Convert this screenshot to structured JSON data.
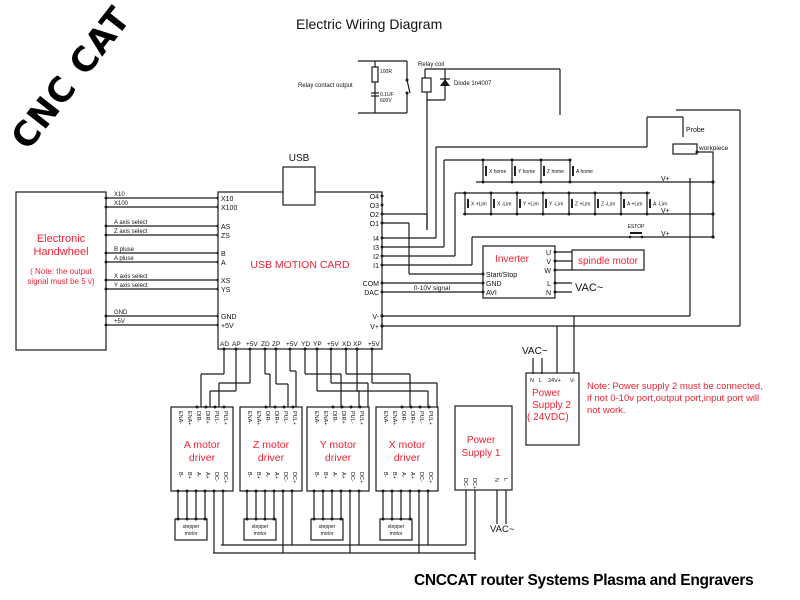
{
  "title": "Electric Wiring Diagram",
  "logo": "CNC CAT",
  "footer": "CNCCAT router Systems Plasma and Engravers",
  "colors": {
    "wire": "#1a1a1a",
    "accent_red": "#ee2233",
    "text": "#111111"
  },
  "relay": {
    "contact_label": "Relay contact output",
    "coil_label": "Relay coil",
    "diode_label": "Diode 1n4007",
    "resistor_label": "100R",
    "capacitor_label_1": "0.1UF",
    "capacitor_label_2": "600V"
  },
  "probe": {
    "probe_label": "Probe",
    "workpiece_label": "workpiece"
  },
  "handwheel": {
    "title_1": "Electronic",
    "title_2": "Handwheel",
    "note_1": "( Note: the output",
    "note_2": "signal must be 5 v)",
    "wires": [
      "X10",
      "X100",
      "A axis select",
      "Z axis select",
      "B pluse",
      "A pluse",
      "X axis select",
      "Y axis select",
      "GND",
      "+5V"
    ]
  },
  "usb_card": {
    "usb_label": "USB",
    "title": "USB MOTION CARD",
    "left_pins": [
      "X10",
      "X100",
      "AS",
      "ZS",
      "B",
      "A",
      "XS",
      "YS",
      "GND",
      "+5V"
    ],
    "right_outputs": [
      "O4",
      "O3",
      "O2",
      "O1"
    ],
    "right_inputs": [
      "I4",
      "I3",
      "I2",
      "I1"
    ],
    "right_analog": [
      "COM",
      "DAC"
    ],
    "right_power": [
      "V-",
      "V+"
    ],
    "bottom_pins": [
      "AD",
      "AP",
      "+5V",
      "ZD",
      "ZP",
      "+5V",
      "YD",
      "YP",
      "+5V",
      "XD",
      "XP",
      "+5V"
    ]
  },
  "switches": {
    "home": [
      "X home",
      "Y home",
      "Z home",
      "A home"
    ],
    "limits": [
      "X +Lim",
      "X -Lim",
      "Y +Lim",
      "Y -Lim",
      "Z +Lim",
      "Z -Lim",
      "A +Lim",
      "A -Lim"
    ],
    "estop": "ESTOP",
    "vplus": "V+"
  },
  "inverter": {
    "title": "Inverter",
    "left_pins": [
      "Start/Stop",
      "GND",
      "AVI"
    ],
    "right_pins": [
      "U",
      "V",
      "W",
      "L",
      "N"
    ],
    "signal_label": "0-10V signal",
    "spindle": "spindle motor",
    "vac": "VAC~"
  },
  "power_supply_2": {
    "pins": [
      "N",
      "L",
      "24V+",
      "V-"
    ],
    "title_1": "Power",
    "title_2": "Supply 2",
    "title_3": "( 24VDC)",
    "vac": "VAC~",
    "note_1": "Note: Power supply 2 must be connected,",
    "note_2": "if not 0-10v port,output port,input port will",
    "note_3": "not work."
  },
  "motor_drivers": [
    {
      "title_1": "A motor",
      "title_2": "driver"
    },
    {
      "title_1": "Z motor",
      "title_2": "driver"
    },
    {
      "title_1": "Y motor",
      "title_2": "driver"
    },
    {
      "title_1": "X motor",
      "title_2": "driver"
    }
  ],
  "driver_top_pins_a": [
    "ENA-",
    "ENA+",
    "DIR-",
    "DIR+",
    "PUL-",
    "PUL+"
  ],
  "driver_bottom_pins": [
    "B-",
    "B+",
    "A-",
    "A+",
    "DC-",
    "DC+"
  ],
  "stepper": {
    "label_1": "stepper",
    "label_2": "motor"
  },
  "power_supply_1": {
    "title_1": "Power",
    "title_2": "Supply 1",
    "pins": [
      "DC-",
      "DC+",
      "N",
      "L"
    ],
    "vac": "VAC~"
  }
}
